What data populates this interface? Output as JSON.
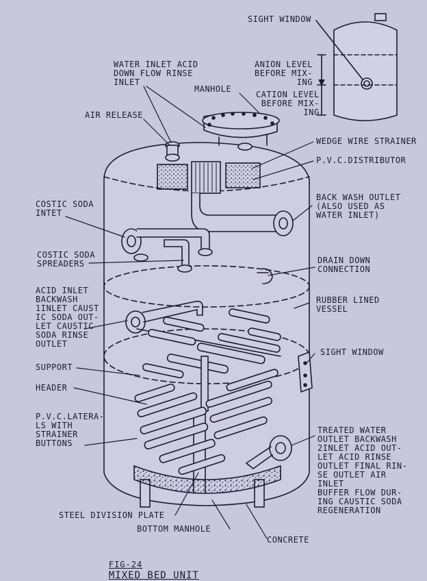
{
  "caption": {
    "fig_label": "FIG-24",
    "title": "MIXED BED UNIT"
  },
  "labels": {
    "sight_window_top": "SIGHT WINDOW",
    "anion_level": "ANION LEVEL\nBEFORE MIX-\nING",
    "cation_level": "CATION LEVEL\nBEFORE MIX-\nING",
    "water_inlet": "WATER INLET ACID\nDOWN FLOW RINSE\nINLET",
    "manhole": "MANHOLE",
    "air_release": "AIR RELEASE",
    "wedge_wire": "WEDGE WIRE STRAINER",
    "pvc_distributor": "P.V.C.DISTRIBUTOR",
    "caustic_inlet": "COSTIC SODA\nINTET",
    "back_wash_outlet": "BACK WASH OUTLET\n(ALSO USED AS\nWATER INLET)",
    "caustic_spreaders": "COSTIC SODA\nSPREADERS",
    "drain_down": "DRAIN DOWN\nCONNECTION",
    "acid_inlet": "ACID INLET\nBACKWASH\n1INLET CAUST\nIC SODA OUT-\nLET CAUSTIC\nSODA RINSE\nOUTLET",
    "rubber_lined": "RUBBER LINED\nVESSEL",
    "sight_window_side": "SIGHT WINDOW",
    "support": "SUPPORT",
    "header": "HEADER",
    "pvc_laterals": "P.V.C.LATERA-\nLS WITH\nSTRAINER\nBUTTONS",
    "treated_water": "TREATED WATER\nOUTLET BACKWASH\n2INLET ACID OUT-\nLET ACID RINSE\nOUTLET FINAL RIN-\nSE OUTLET AIR\nINLET\nBUFFER FLOW DUR-\nING CAUSTIC SODA\nREGENERATION",
    "steel_division": "STEEL DIVISION PLATE",
    "bottom_manhole": "BOTTOM MANHOLE",
    "concrete": "CONCRETE"
  }
}
